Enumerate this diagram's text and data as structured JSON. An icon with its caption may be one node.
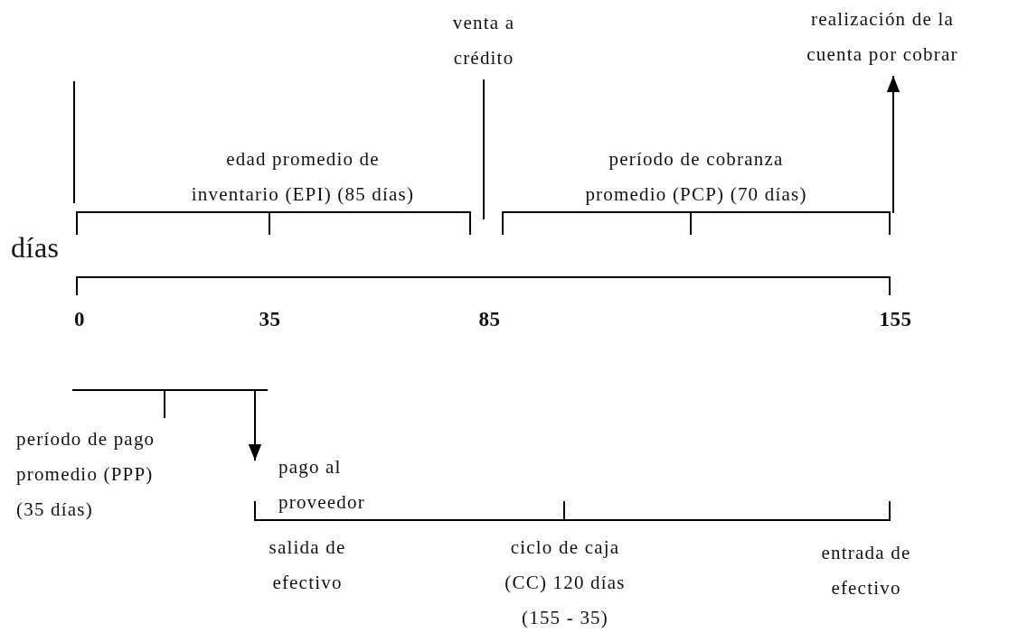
{
  "diagram": {
    "nodes": [
      {
        "text": [
          "venta a crédito"
        ]
      },
      {
        "text": [
          "realización de la cuenta por cobrar"
        ]
      },
      {
        "text": [],
        "shape": "bracket"
      },
      {
        "text": [],
        "shape": "bracket"
      },
      {
        "text": [
          "pago al proveedor"
        ]
      }
    ],
    "edges": [
      {
        "from": 0,
        "to": null,
        "arrow": "none"
      },
      {
        "from": 2,
        "to": 1,
        "arrow": "to"
      },
      {
        "from": 3,
        "to": 4,
        "arrow": "to"
      }
    ],
    "labels": [
      "edad promedio de inventario (EPI) (85 días)",
      "período de cobranza promedio (PCP) (70 días)",
      "días",
      "0",
      "35",
      "85",
      "155",
      "período de pago promedio (PPP) (35 días)",
      "salida de efectivo",
      "ciclo de caja (CC) 120 días (155 - 35)",
      "entrada de efectivo"
    ]
  }
}
